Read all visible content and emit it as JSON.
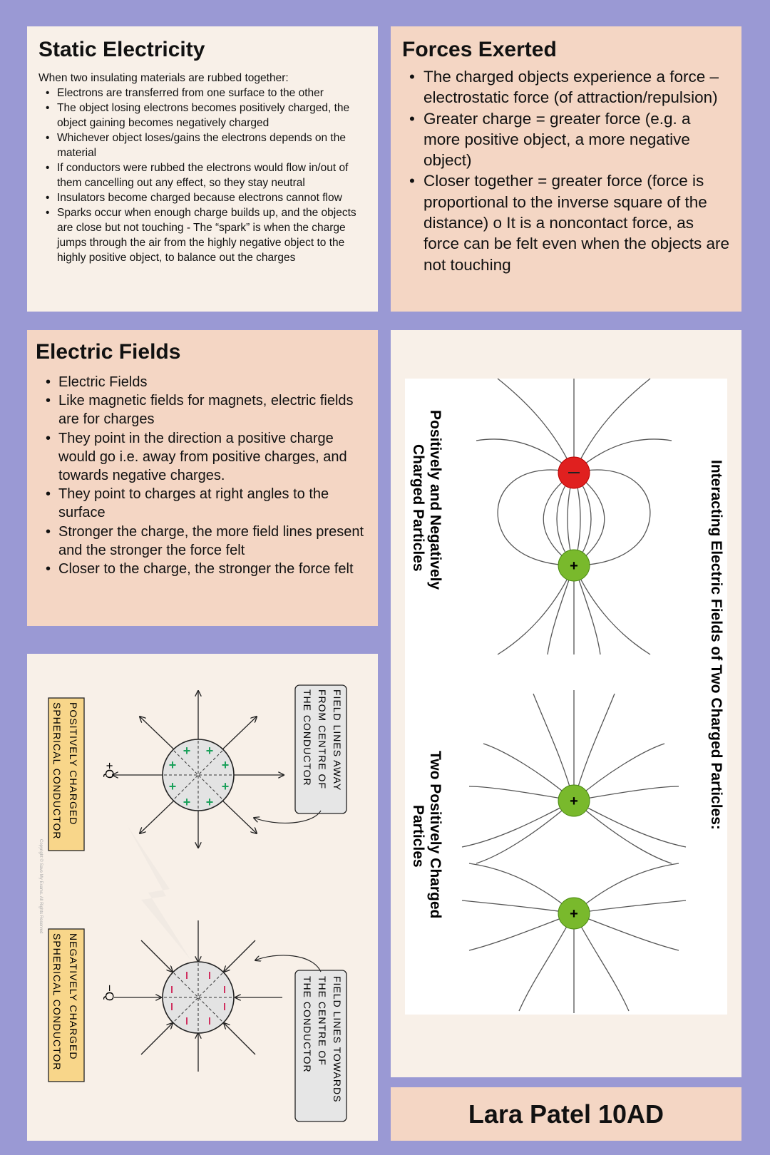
{
  "static_electricity": {
    "title": "Static Electricity",
    "intro": "When two insulating materials are rubbed together:",
    "bullets": [
      "Electrons are transferred from one surface to the other",
      "The object losing electrons becomes positively charged, the object gaining becomes negatively charged",
      "Whichever object loses/gains the electrons depends on the material",
      "If conductors were rubbed the electrons would flow in/out of them cancelling out any effect, so they stay neutral",
      "Insulators become charged because electrons cannot flow",
      "Sparks occur when enough charge builds up, and the objects are close but not touching - The “spark” is when the charge jumps through the air from the highly negative object to the highly positive object, to balance out the charges"
    ]
  },
  "forces_exerted": {
    "title": "Forces Exerted",
    "bullets": [
      "The charged objects experience a force – electrostatic force (of attraction/repulsion)",
      "Greater charge = greater force (e.g. a more positive object, a more negative object)",
      "Closer together = greater force (force is proportional to the inverse square of the distance) o It is a noncontact force, as force can be felt even when the objects are not touching"
    ]
  },
  "electric_fields": {
    "title": "Electric Fields",
    "bullets": [
      "Electric Fields",
      "Like magnetic fields for magnets, electric fields are for charges",
      "They point in the direction a positive charge would go i.e. away from positive charges, and towards negative charges.",
      " Stronger the charge, the more field lines present and the stronger the force felt",
      "They point to charges at right angles to the surface",
      "Closer to the charge, the stronger the force felt"
    ]
  },
  "conductor_diagram": {
    "positive_charge": "+Q",
    "positive_label_1": "POSITIVELY  CHARGED",
    "positive_label_2": "SPHERICAL  CONDUCTOR",
    "positive_callout_1": "FIELD  LINES  AWAY",
    "positive_callout_2": "FROM  CENTRE  OF",
    "positive_callout_3": "THE  CONDUCTOR",
    "negative_charge": "−Q",
    "negative_label_1": "NEGATIVELY  CHARGED",
    "negative_label_2": "SPHERICAL  CONDUCTOR",
    "negative_callout_1": "FIELD  LINES  TOWARDS",
    "negative_callout_2": "THE  CENTRE  OF",
    "negative_callout_3": "THE  CONDUCTOR",
    "copyright": "Copyright © Save My Exams. All Rights Reserved"
  },
  "interacting_diagram": {
    "title": "Interacting Electric Fields of Two Charged Particles:",
    "label_opposite_1": "Positively and Negatively",
    "label_opposite_2": "Charged Particles",
    "label_same_1": "Two Positively Charged",
    "label_same_2": "Particles",
    "plus_sign": "+",
    "colors": {
      "positive": "#79b92c",
      "negative": "#e0201f"
    }
  },
  "author": "Lara Patel 10AD"
}
